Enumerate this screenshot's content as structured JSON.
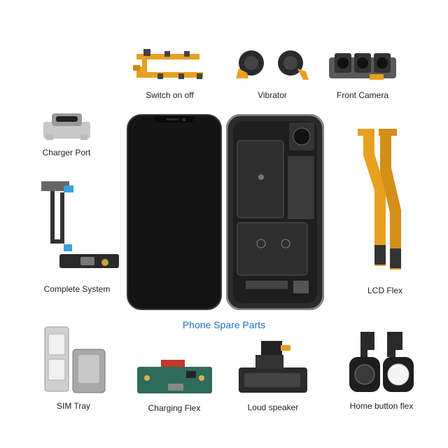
{
  "parts": {
    "switch": "Switch on off",
    "vibrator": "Vibrator",
    "front_camera": "Front Camera",
    "charger_port": "Charger Port",
    "complete_system": "Complete System",
    "lcd_flex": "LCD Flex",
    "sim_tray": "SIM Tray",
    "charging_flex": "Charging Flex",
    "loud_speaker": "Loud speaker",
    "home_button_flex": "Home button flex"
  },
  "center_title": "Phone Spare Parts",
  "colors": {
    "flex_orange": "#e8a020",
    "title_blue": "#1f6fb8",
    "screen_black": "#141414",
    "board_green": "#2e6b5a"
  }
}
